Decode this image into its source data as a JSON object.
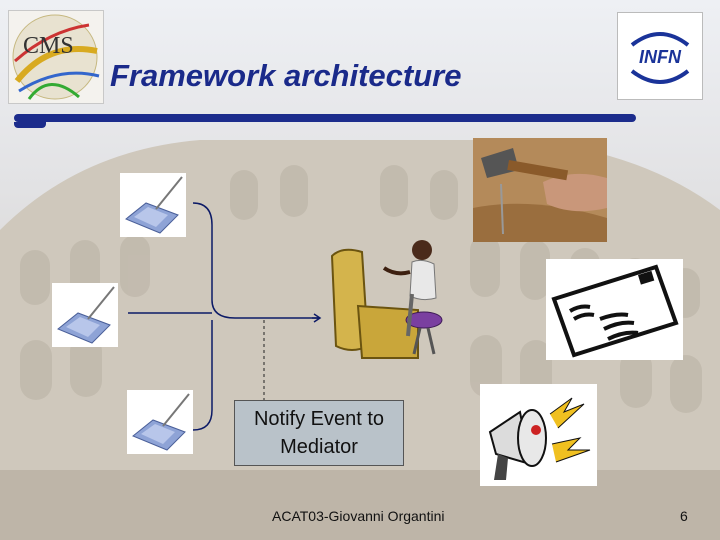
{
  "slide": {
    "title": "Framework architecture",
    "mediator_note": "Notify Event to Mediator",
    "footer": "ACAT03-Giovanni Organtini",
    "page_number": "6"
  },
  "logos": {
    "left": "CMS",
    "right": "INFN"
  },
  "colors": {
    "title": "#1a2a8a",
    "bar": "#1c2c8c",
    "mediator_box": "#b9c2c9"
  },
  "icons": [
    "cms-logo-icon",
    "infn-logo-icon",
    "device-icon",
    "mediator-operator-icon",
    "hammer-icon",
    "envelope-icon",
    "megaphone-icon"
  ]
}
